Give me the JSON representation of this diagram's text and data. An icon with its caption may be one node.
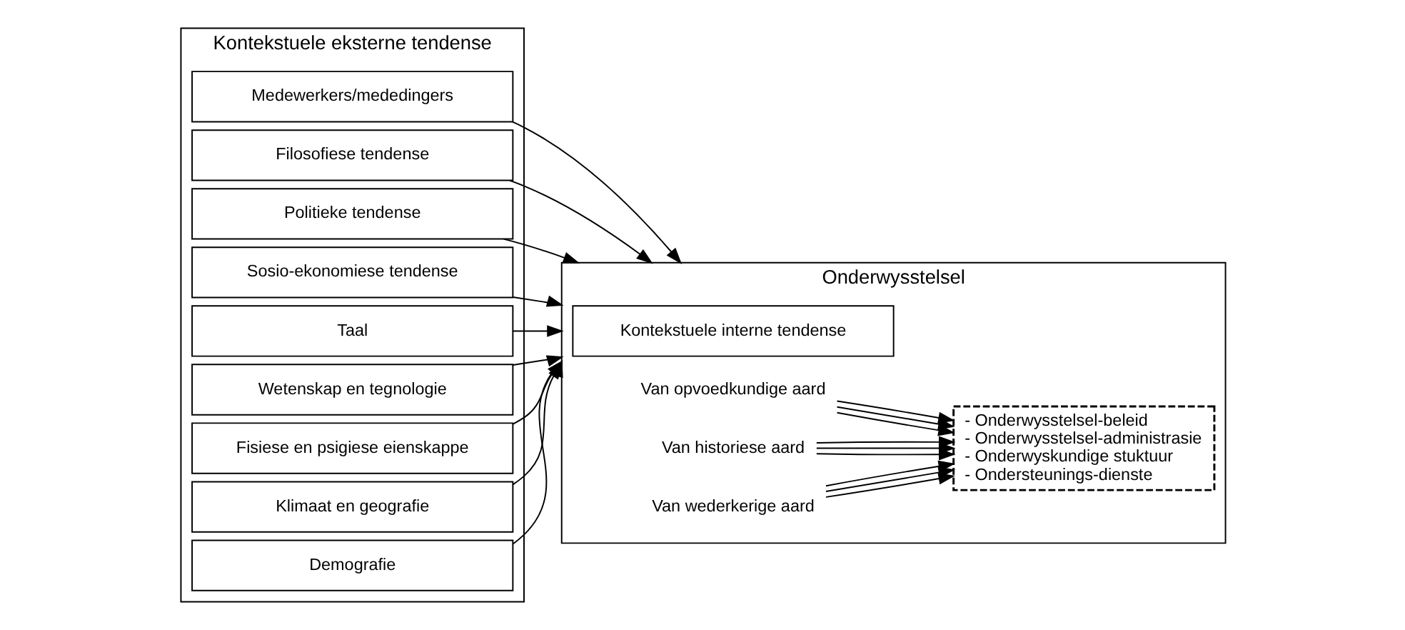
{
  "diagram": {
    "nodes": [
      {
        "text": [
          "Kontekstuele eksterne tendense"
        ]
      },
      {
        "text": [
          "Demografie"
        ],
        "in": 0
      },
      {
        "text": [
          "Klimaat en geografie"
        ],
        "in": 0
      },
      {
        "text": [
          "Fisiese en psigiese eienskappe"
        ],
        "in": 0
      },
      {
        "text": [
          "Wetenskap en tegnologie"
        ],
        "in": 0
      },
      {
        "text": [
          "Taal"
        ],
        "in": 0
      },
      {
        "text": [
          "Sosio-ekonomiese tendense"
        ],
        "in": 0
      },
      {
        "text": [
          "Politieke tendense"
        ],
        "in": 0
      },
      {
        "text": [
          "Filosofiese tendense"
        ],
        "in": 0
      },
      {
        "text": [
          "Medewerkers/mededingers"
        ],
        "in": 0
      },
      {
        "text": [
          "Onderwysstelsel"
        ]
      },
      {
        "text": [
          "Kontekstuele interne tendense"
        ],
        "in": 10
      },
      {
        "text": [
          "- Onderwysstelsel-beleid",
          "- Onderwysstelsel-administrasie",
          "- Onderwyskundige stuktuur",
          "- Ondersteunings-dienste"
        ],
        "in": 10
      },
      {
        "text": [
          "Van opvoedkundige aard"
        ],
        "in": 10
      },
      {
        "text": [
          "Van historiese aard"
        ],
        "in": 10
      },
      {
        "text": [
          "Van wederkerige aard"
        ],
        "in": 10
      }
    ],
    "edges": [
      {
        "from": 1,
        "to": 10,
        "arrow": "to"
      },
      {
        "from": 2,
        "to": 10,
        "arrow": "to"
      },
      {
        "from": 3,
        "to": 10,
        "arrow": "to"
      },
      {
        "from": 4,
        "to": 10,
        "arrow": "to"
      },
      {
        "from": 5,
        "to": 10,
        "arrow": "to"
      },
      {
        "from": 6,
        "to": 10,
        "arrow": "to"
      },
      {
        "from": 7,
        "to": 10,
        "arrow": "to"
      },
      {
        "from": 8,
        "to": 10,
        "arrow": "to"
      },
      {
        "from": 9,
        "to": 10,
        "arrow": "to"
      },
      {
        "from": 13,
        "to": 12,
        "arrow": "to"
      },
      {
        "from": 13,
        "to": 12,
        "arrow": "to"
      },
      {
        "from": 13,
        "to": 12,
        "arrow": "to"
      },
      {
        "from": 14,
        "to": 12,
        "arrow": "to"
      },
      {
        "from": 14,
        "to": 12,
        "arrow": "to"
      },
      {
        "from": 14,
        "to": 12,
        "arrow": "to"
      },
      {
        "from": 15,
        "to": 12,
        "arrow": "to"
      },
      {
        "from": 15,
        "to": 12,
        "arrow": "to"
      },
      {
        "from": 15,
        "to": 12,
        "arrow": "to"
      }
    ]
  }
}
